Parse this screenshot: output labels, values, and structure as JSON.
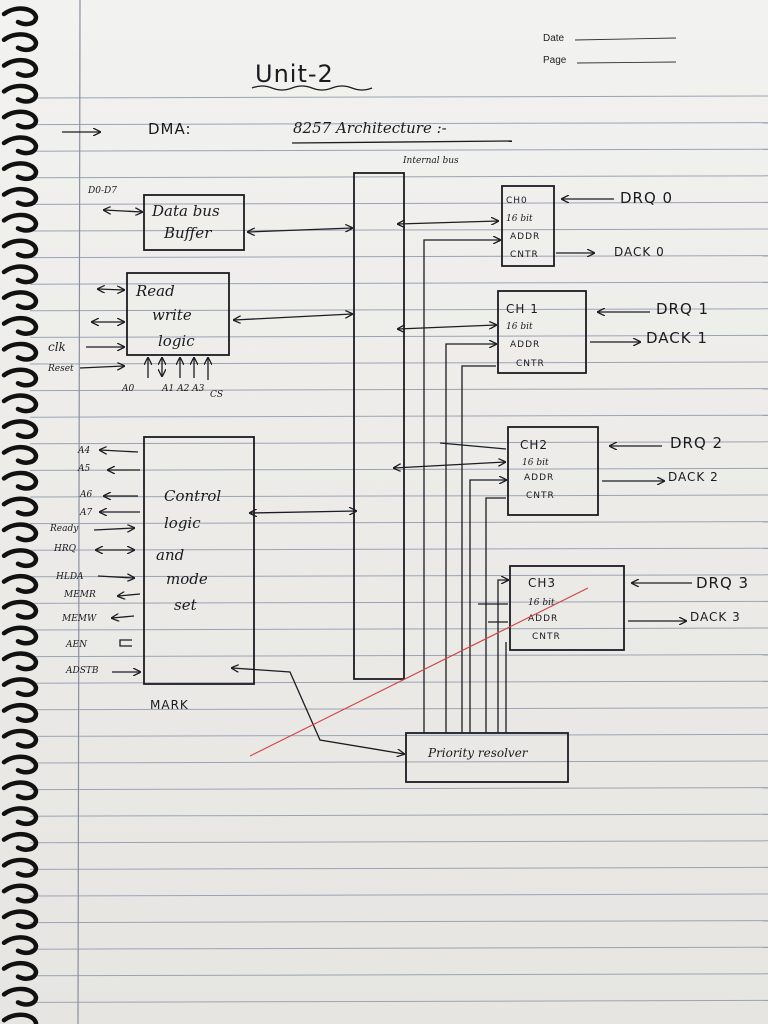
{
  "header": {
    "date_label": "Date",
    "page_label": "Page"
  },
  "title": "Unit-2",
  "subtitle": {
    "topic": "DMA:",
    "heading": "8257 Architecture :-"
  },
  "internal_bus_label": "Internal bus",
  "blocks": {
    "data_bus_buffer": {
      "line1": "Data bus",
      "line2": "Buffer",
      "input": "D0-D7"
    },
    "read_write_logic": {
      "line1": "Read",
      "line2": "write",
      "line3": "logic",
      "inputs": [
        "clk",
        "Reset"
      ],
      "address_pins": [
        "A0",
        "A1 A2 A3",
        "CS"
      ]
    },
    "control_logic": {
      "lines": [
        "Control",
        "logic",
        "and",
        "mode",
        "set"
      ],
      "pins": [
        "A4",
        "A5",
        "A6",
        "A7",
        "Ready",
        "HRQ",
        "HLDA",
        "MEMR",
        "MEMW",
        "AEN",
        "ADSTB"
      ],
      "footer": "MARK"
    },
    "priority_resolver": {
      "label": "Priority resolver"
    }
  },
  "channels": [
    {
      "name": "CH0",
      "lines": [
        "16 bit",
        "ADDR",
        "CNTR"
      ],
      "drq": "DRQ 0",
      "dack": "DACK 0"
    },
    {
      "name": "CH 1",
      "lines": [
        "16 bit",
        "ADDR",
        "CNTR"
      ],
      "drq": "DRQ 1",
      "dack": "DACK 1"
    },
    {
      "name": "CH2",
      "lines": [
        "16 bit",
        "ADDR",
        "CNTR"
      ],
      "drq": "DRQ 2",
      "dack": "DACK 2"
    },
    {
      "name": "CH3",
      "lines": [
        "16 bit",
        "ADDR",
        "CNTR"
      ],
      "drq": "DRQ 3",
      "dack": "DACK 3"
    }
  ],
  "colors": {
    "ink": "#1c1c22",
    "rule": "#9aa4b6",
    "margin": "#8a8fa0",
    "red_mark": "#d04545",
    "paper": "#efeeeb",
    "spiral": "#111111"
  }
}
